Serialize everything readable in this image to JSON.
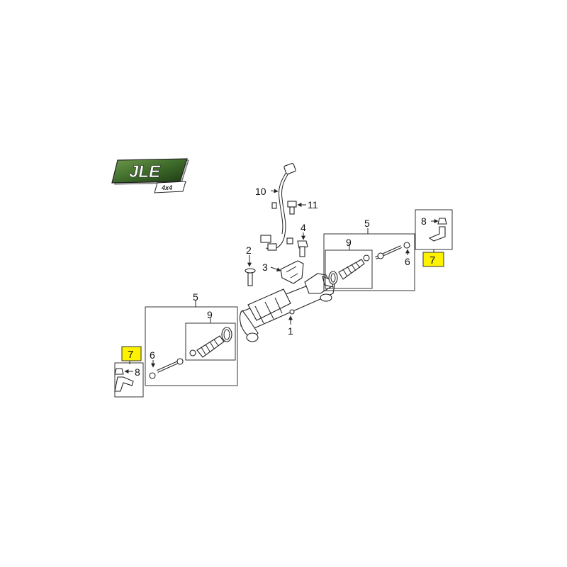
{
  "logo": {
    "brand": "JLE",
    "sub": "4x4"
  },
  "callouts": {
    "c1": "1",
    "c2": "2",
    "c3": "3",
    "c4": "4",
    "c5_right": "5",
    "c5_left": "5",
    "c6_right": "6",
    "c6_left": "6",
    "c7_right": "7",
    "c7_left": "7",
    "c8_right": "8",
    "c8_left": "8",
    "c9_right": "9",
    "c9_left": "9",
    "c10": "10",
    "c11": "11"
  },
  "colors": {
    "highlight": "#FFF200",
    "logo_green": "#3E6B2A",
    "line": "#222222"
  }
}
